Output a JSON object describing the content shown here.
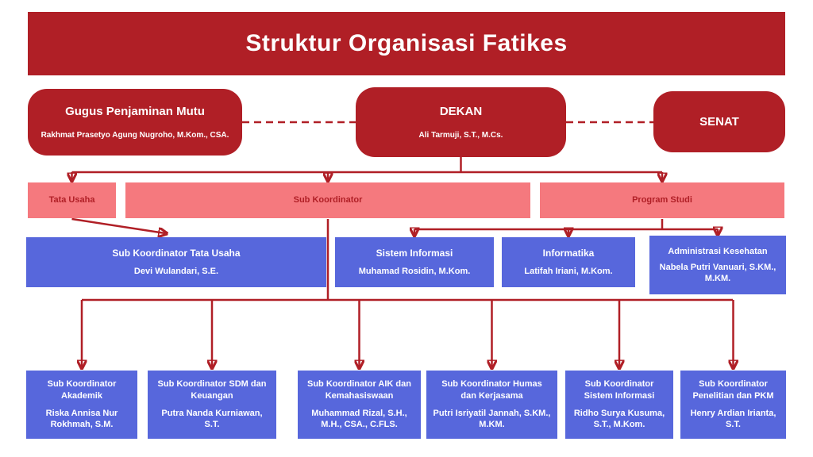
{
  "title": "Struktur Organisasi Fatikes",
  "colors": {
    "dark_red": "#B01F26",
    "pink": "#F5797E",
    "blue": "#5767DC",
    "white": "#FFFFFF"
  },
  "top_row": [
    {
      "title": "Gugus Penjaminan Mutu",
      "name": "Rakhmat Prasetyo Agung Nugroho, M.Kom., CSA."
    },
    {
      "title": "DEKAN",
      "name": "Ali Tarmuji, S.T., M.Cs."
    },
    {
      "title": "SENAT",
      "name": ""
    }
  ],
  "middle_row": [
    {
      "label": "Tata Usaha"
    },
    {
      "label": "Sub Koordinator"
    },
    {
      "label": "Program Studi"
    }
  ],
  "unit_row": [
    {
      "title": "Sub Koordinator Tata Usaha",
      "name": "Devi Wulandari, S.E."
    },
    {
      "title": "Sistem Informasi",
      "name": "Muhamad Rosidin, M.Kom."
    },
    {
      "title": "Informatika",
      "name": "Latifah Iriani, M.Kom."
    },
    {
      "title": "Administrasi Kesehatan",
      "name": "Nabela Putri Vanuari, S.KM., M.KM."
    }
  ],
  "bottom_row": [
    {
      "title": "Sub Koordinator Akademik",
      "name": "Riska Annisa Nur Rokhmah, S.M."
    },
    {
      "title": "Sub Koordinator SDM dan Keuangan",
      "name": "Putra Nanda Kurniawan, S.T."
    },
    {
      "title": "Sub Koordinator AIK dan Kemahasiswaan",
      "name": "Muhammad Rizal, S.H., M.H., CSA., C.FLS."
    },
    {
      "title": "Sub Koordinator Humas dan Kerjasama",
      "name": "Putri Isriyatil Jannah, S.KM., M.KM."
    },
    {
      "title": "Sub Koordinator Sistem Informasi",
      "name": "Ridho Surya Kusuma, S.T., M.Kom."
    },
    {
      "title": "Sub Koordinator Penelitian dan PKM",
      "name": "Henry Ardian Irianta, S.T."
    }
  ]
}
